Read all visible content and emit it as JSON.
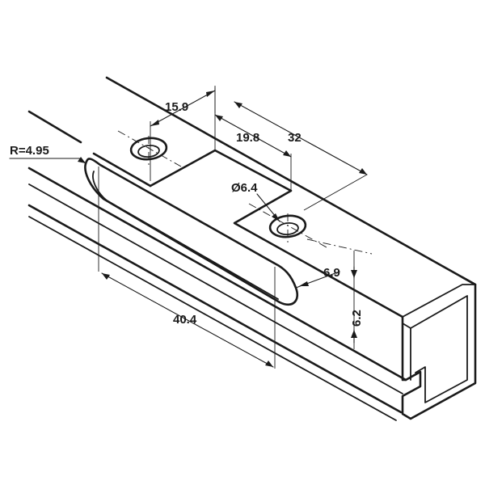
{
  "drawing": {
    "dimensions": {
      "radius": "R=4.95",
      "width_a": "15.9",
      "width_b": "19.8",
      "spacing": "32",
      "hole_diameter": "Ø6.4",
      "offset_h": "6.9",
      "offset_v": "6.2",
      "slot_length": "40.4"
    },
    "colors": {
      "line": "#1a1a1a",
      "background": "#ffffff"
    }
  }
}
